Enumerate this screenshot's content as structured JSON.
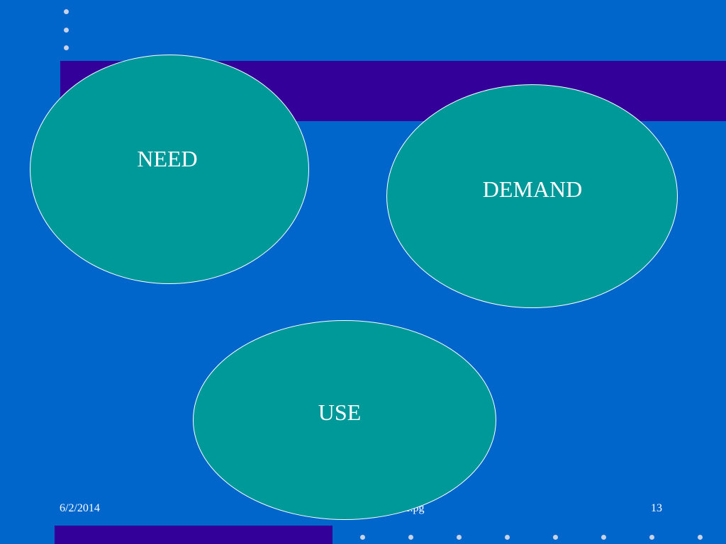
{
  "slide": {
    "background_color": "#0066cc",
    "band_color": "#330099",
    "ellipse_color": "#009999",
    "bullet_dot_color": "#c8d2e6"
  },
  "diagram": {
    "nodes": [
      {
        "label": "NEED"
      },
      {
        "label": "DEMAND"
      },
      {
        "label": "USE"
      }
    ]
  },
  "footer": {
    "date": "6/2/2014",
    "center_text": "r.pg",
    "page_number": "13"
  }
}
